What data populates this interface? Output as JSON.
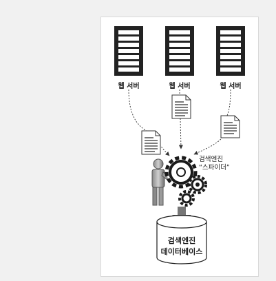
{
  "servers": [
    {
      "label": "웹 서버"
    },
    {
      "label": "웹 서버"
    },
    {
      "label": "웹 서버"
    }
  ],
  "spider": {
    "line1": "검색엔진",
    "line2": "“스파이더”"
  },
  "database": {
    "line1": "검색엔진",
    "line2": "데이터베이스"
  },
  "icons": {
    "server": "server-rack-icon",
    "document": "document-icon",
    "robot": "robot-figure-icon",
    "gear": "gear-icon",
    "database": "database-cylinder-icon"
  }
}
